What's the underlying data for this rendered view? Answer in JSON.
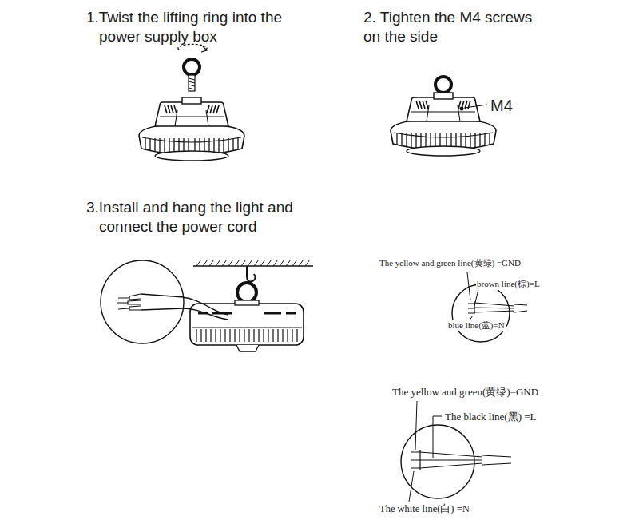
{
  "diagram": {
    "labels": [
      "1.Twist the lifting ring into the power supply box",
      "2. Tighten the M4 screws on the side",
      "3.Install and hang the light and connect the power cord",
      "M4",
      "The yellow and green line(黄绿) =GND",
      "brown line(棕)=L",
      "blue line(蓝)=N",
      "The yellow and green(黄绿)=GND",
      "The black line(黑) =L",
      "The white line(白) =N"
    ]
  }
}
